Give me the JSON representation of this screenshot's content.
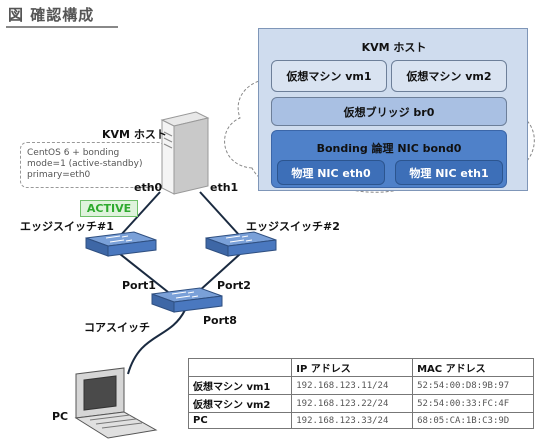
{
  "title": "図 確認構成",
  "kvm_panel": {
    "title": "KVM ホスト",
    "vm1": "仮想マシン vm1",
    "vm2": "仮想マシン vm2",
    "bridge": "仮想ブリッジ br0",
    "bond": "Bonding 論理 NIC bond0",
    "nic0": "物理 NIC eth0",
    "nic1": "物理 NIC eth1"
  },
  "host": {
    "label": "KVM ホスト",
    "note_lines": [
      "CentOS 6 + bonding",
      "mode=1 (active-standby)",
      "primary=eth0"
    ],
    "eth0": "eth0",
    "eth1": "eth1",
    "active_badge": "ACTIVE"
  },
  "switches": {
    "edge1": "エッジスイッチ#1",
    "edge2": "エッジスイッチ#2",
    "core": "コアスイッチ",
    "port1": "Port1",
    "port2": "Port2",
    "port8": "Port8"
  },
  "pc_label": "PC",
  "table": {
    "headers": [
      "",
      "IP アドレス",
      "MAC アドレス"
    ],
    "rows": [
      {
        "name": "仮想マシン vm1",
        "ip": "192.168.123.11/24",
        "mac": "52:54:00:D8:9B:97"
      },
      {
        "name": "仮想マシン vm2",
        "ip": "192.168.123.22/24",
        "mac": "52:54:00:33:FC:4F"
      },
      {
        "name": "PC",
        "ip": "192.168.123.33/24",
        "mac": "68:05:CA:1B:C3:9D"
      }
    ]
  },
  "colors": {
    "active_green": "#2eaa2e",
    "bond_blue": "#4f81c9",
    "switch_blue": "#4a78bf"
  }
}
